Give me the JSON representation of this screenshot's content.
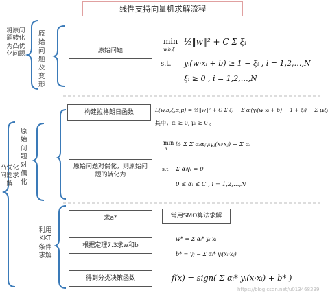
{
  "title": "线性支持向量机求解流程",
  "left_labels": {
    "top": "将原问题转化为凸优化问题",
    "bottom": "凸优化问题求解"
  },
  "mid_labels": {
    "original": "原始问题及变形",
    "dual": "原始问题对偶化",
    "kkt": "利用KKT条件求解"
  },
  "boxes": {
    "original_problem": "原始问题",
    "lagrange": "构建拉格朗日函数",
    "dual_transform": "原始问题对偶化，则原始问题的转化为",
    "solve_alpha": "求a*",
    "smo": "常用SMO算法求解",
    "theorem": "根据定理7.3求w和b",
    "decision": "得到分类决策函数"
  },
  "formulas": {
    "primal_min": "min",
    "primal_vars": "w,b,ξ",
    "primal_obj": "½‖w‖² + C Σ ξᵢ",
    "st": "s.t.",
    "primal_c1": "yᵢ(w·xᵢ + b) ≥ 1 − ξᵢ ,   i = 1,2,…,N",
    "primal_c2": "ξᵢ ≥ 0 ,   i = 1,2,…,N",
    "lagrangian": "L(w,b,ξ,α,μ) = ½‖w‖² + C Σ ξᵢ − Σ αᵢ(yᵢ(w·xᵢ + b) − 1 + ξᵢ) − Σ μᵢξᵢ",
    "lagrangian_cond": "其中，αᵢ ≥ 0, μᵢ ≥ 0 。",
    "dual_min": "min",
    "dual_var": "α",
    "dual_obj": "½ Σ Σ αᵢαⱼyᵢyⱼ(xᵢ·xⱼ) − Σ αᵢ",
    "dual_st": "s.t.",
    "dual_c1": "Σ αᵢyᵢ = 0",
    "dual_c2": "0 ≤ αᵢ ≤ C ,   i = 1,2,…,N",
    "w_star": "w* = Σ αᵢ* yᵢ xᵢ",
    "b_star": "b* = yⱼ − Σ αᵢ* yᵢ(xᵢ·xⱼ)",
    "decision_fn": "f(x) = sign( Σ αᵢ* yᵢ(x·xᵢ) + b* )"
  },
  "watermark": "https://blog.csdn.net/u013468399"
}
